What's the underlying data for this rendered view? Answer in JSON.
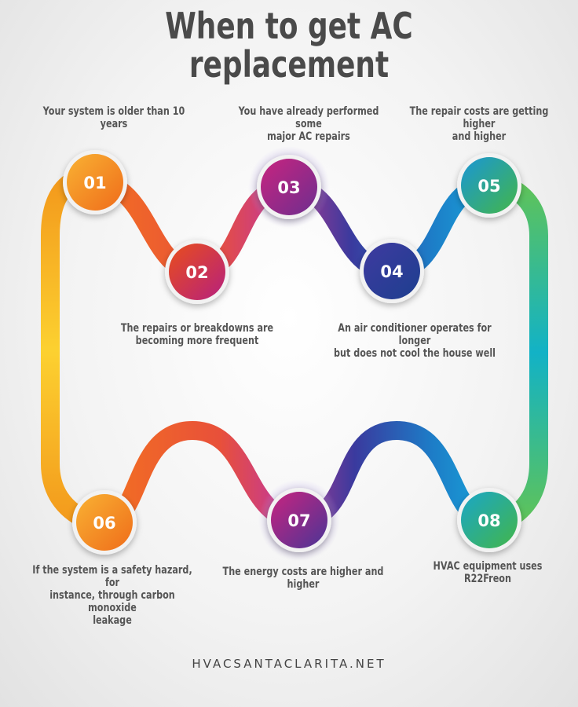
{
  "title_line1": "When to get AC",
  "title_line2": "replacement",
  "steps": [
    {
      "number": "01",
      "text": "Your system is older than 10 years",
      "text2": ""
    },
    {
      "number": "02",
      "text": "The repairs or breakdowns are",
      "text2": "becoming more frequent"
    },
    {
      "number": "03",
      "text": "You have already performed some",
      "text2": "major AC repairs"
    },
    {
      "number": "04",
      "text": "An air conditioner operates for longer",
      "text2": "but does not cool the house well"
    },
    {
      "number": "05",
      "text": "The repair costs are getting higher",
      "text2": "and higher"
    },
    {
      "number": "06",
      "text": "If the system is a safety hazard, for",
      "text2": "instance, through carbon monoxide",
      "text3": "leakage"
    },
    {
      "number": "07",
      "text": "The energy costs are higher and",
      "text2": "higher"
    },
    {
      "number": "08",
      "text": "HVAC equipment uses R22Freon",
      "text2": ""
    }
  ],
  "colors": {
    "n01": [
      "#f9b233",
      "#ef6c1a"
    ],
    "n02": [
      "#e94e1b",
      "#b6207e"
    ],
    "n03": [
      "#c8247f",
      "#6e2e8f"
    ],
    "n04": [
      "#3f3aa0",
      "#1d3f8f"
    ],
    "n05": [
      "#1a96d6",
      "#43b649"
    ],
    "n06": [
      "#f9b233",
      "#ef6c1a"
    ],
    "n07": [
      "#c8247f",
      "#4a3596"
    ],
    "n08": [
      "#1aa6c8",
      "#43b649"
    ]
  },
  "footer": "HVACSANTACLARITA.NET"
}
